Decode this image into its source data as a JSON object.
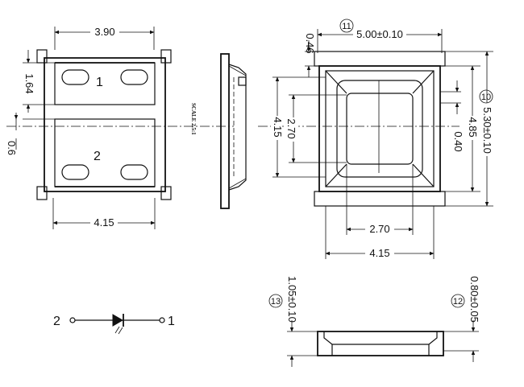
{
  "left_view": {
    "top_dim": "3.90",
    "bottom_dim": "4.15",
    "side_dim_top": "1.64",
    "side_dim_mid": "0.6",
    "pad_label_1": "1",
    "pad_label_2": "2"
  },
  "scale_note": "SCALE 2.5:1",
  "right_view": {
    "top_dim": "5.00±0.10",
    "top_callout": "11",
    "side_dim_046": "0.46",
    "height_dim": "4.15",
    "inner_height_dim": "2.70",
    "right_dim_040": "0.40",
    "right_dim_485": "4.85",
    "right_dim_530": "5.30±0.10",
    "right_callout": "10",
    "bottom_inner_dim": "2.70",
    "bottom_outer_dim": "4.15"
  },
  "profile_view": {
    "left_dim": "1.05±0.10",
    "left_callout": "13",
    "right_dim": "0.80±0.05",
    "right_callout": "12"
  },
  "symbol": {
    "pin_left": "2",
    "pin_right": "1"
  }
}
